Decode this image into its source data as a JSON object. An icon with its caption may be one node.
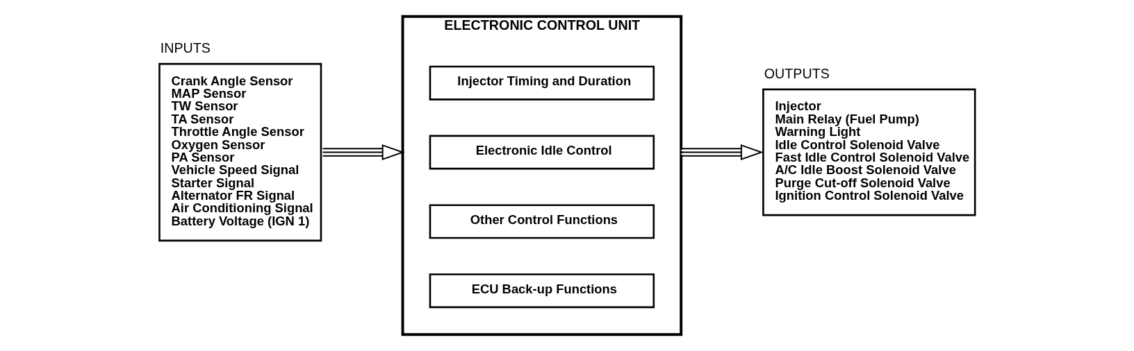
{
  "diagram": {
    "nodes": [
      {
        "text": [
          "INPUTS",
          "Crank Angle Sensor",
          "MAP Sensor",
          "TW Sensor",
          "TA Sensor",
          "Throttle Angle Sensor",
          "Oxygen Sensor",
          "PA Sensor",
          "Vehicle Speed Signal",
          "Starter Signal",
          "Alternator FR Signal",
          "Air Conditioning Signal",
          "Battery Voltage (IGN 1)"
        ]
      },
      {
        "text": [
          "ELECTRONIC CONTROL UNIT"
        ]
      },
      {
        "text": [
          "Injector Timing and Duration"
        ],
        "in": 1
      },
      {
        "text": [
          "Electronic Idle Control"
        ],
        "in": 1
      },
      {
        "text": [
          "Other Control Functions"
        ],
        "in": 1
      },
      {
        "text": [
          "ECU Back-up Functions"
        ],
        "in": 1
      },
      {
        "text": [
          "OUTPUTS",
          "Injector",
          "Main Relay (Fuel Pump)",
          "Warning Light",
          "Idle Control Solenoid Valve",
          "Fast Idle Control Solenoid Valve",
          "A/C Idle Boost Solenoid Valve",
          "Purge Cut-off Solenoid Valve",
          "Ignition Control Solenoid Valve"
        ]
      }
    ],
    "edges": [
      {
        "from": 0,
        "to": 1,
        "arrow": "to"
      },
      {
        "from": 1,
        "to": 6,
        "arrow": "to"
      }
    ]
  }
}
